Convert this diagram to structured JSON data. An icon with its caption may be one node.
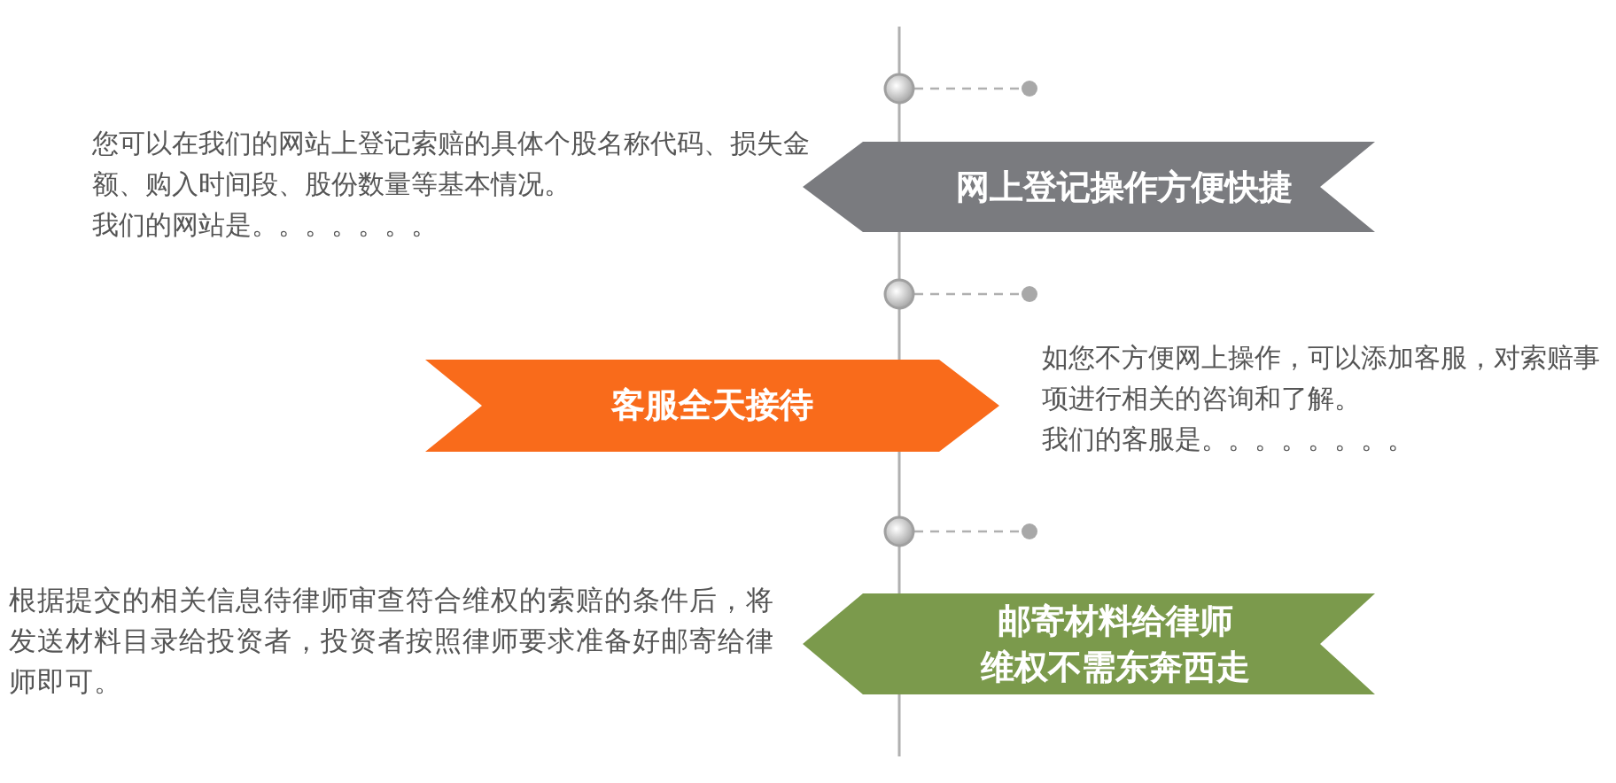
{
  "diagram": {
    "nodes": [
      {
        "text": [
          "网上登记操作方便快捷"
        ],
        "beside": [
          "您可以在我们的网站上登记索赔的具体个股名称代码、损失金额、购入时间段、股份数量等基本情况。",
          "我们的网站是。。。。。。。"
        ]
      },
      {
        "text": [
          "客服全天接待"
        ],
        "beside": [
          "如您不方便网上操作，可以添加客服，对索赔事项进行相关的咨询和了解。",
          "我们的客服是。。。。。。。。"
        ]
      },
      {
        "text": [
          "邮寄材料给律师",
          "维权不需东奔西走"
        ],
        "beside": [
          "根据提交的相关信息待律师审查符合维权的索赔的条件后，将发送材料目录给投资者，投资者按照律师要求准备好邮寄给律师即可。"
        ]
      }
    ]
  }
}
